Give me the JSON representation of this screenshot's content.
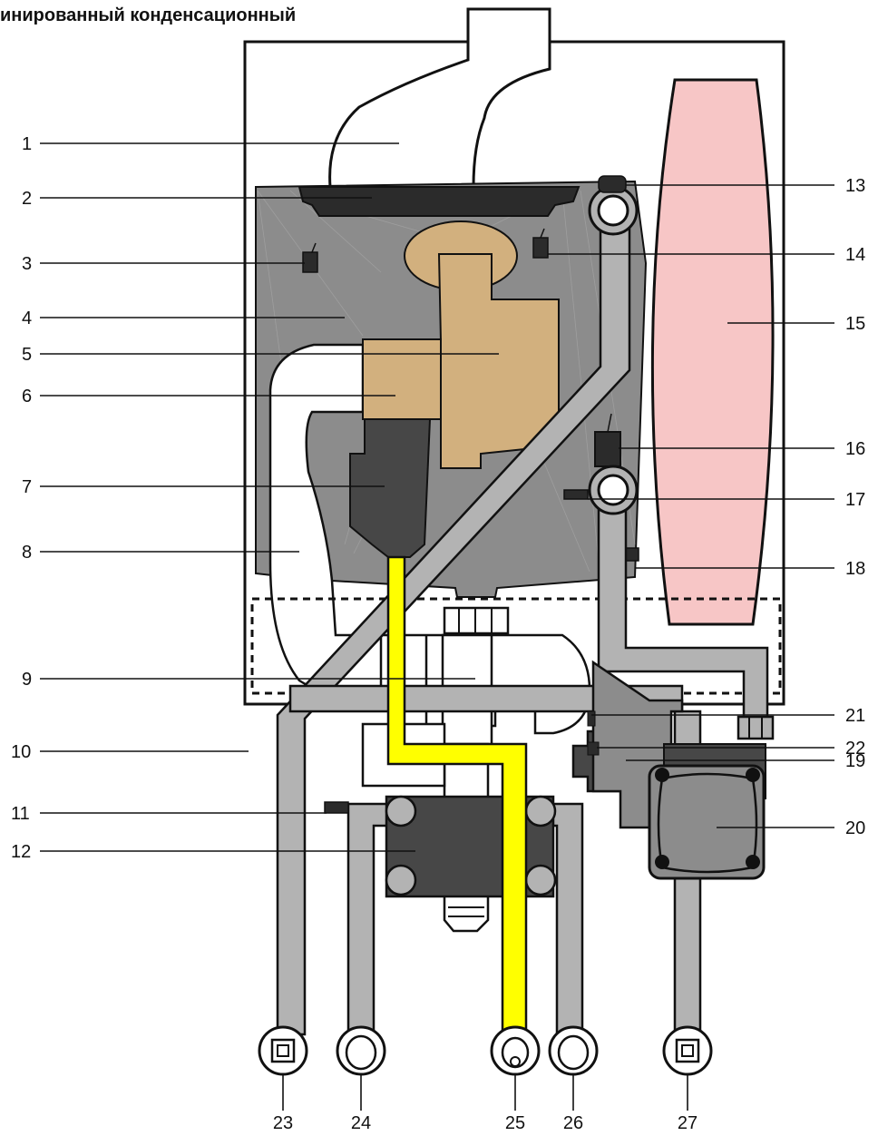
{
  "title": "инированный конденсационный",
  "labels_left": [
    "1",
    "2",
    "3",
    "4",
    "5",
    "6",
    "7",
    "8",
    "9",
    "10",
    "11",
    "12"
  ],
  "labels_right": [
    "13",
    "14",
    "15",
    "16",
    "17",
    "18",
    "19",
    "20",
    "21",
    "22"
  ],
  "labels_bottom": [
    "23",
    "24",
    "25",
    "26",
    "27"
  ],
  "colors": {
    "outline": "#111111",
    "pipe": "#b3b3b3",
    "chamber": "#8c8c8c",
    "chamber_dark": "#777777",
    "burner": "#d2b07e",
    "expansion_vessel": "#f7c6c6",
    "gas_pipe": "#ffff00",
    "exchanger": "#474747",
    "pump": "#8c8c8c"
  }
}
